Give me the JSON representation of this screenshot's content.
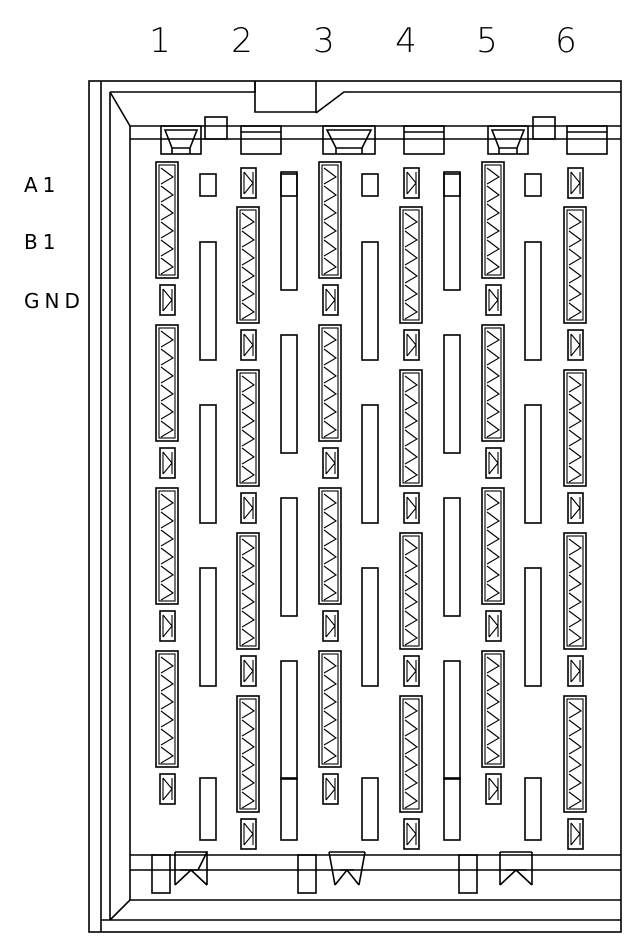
{
  "column_numbers": [
    "1",
    "2",
    "3",
    "4",
    "5",
    "6"
  ],
  "row_labels": [
    "A1",
    "B1",
    "GND"
  ]
}
